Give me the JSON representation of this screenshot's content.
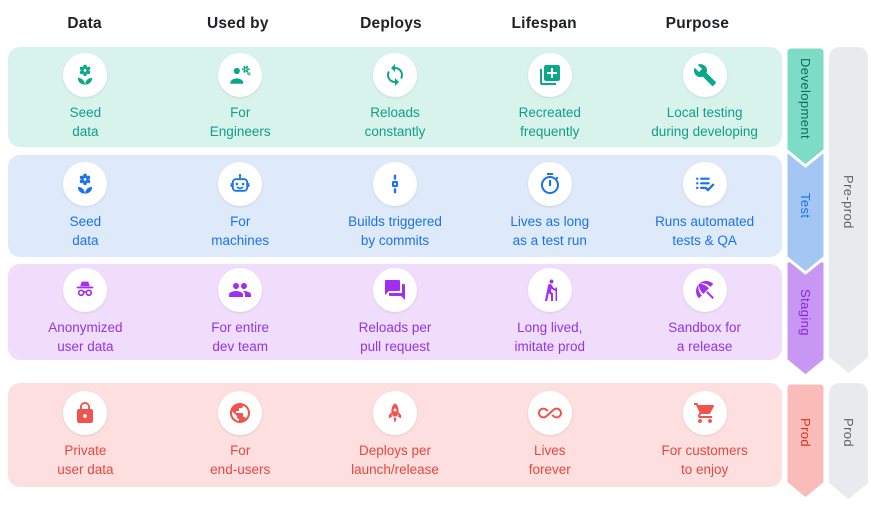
{
  "header": {
    "columns": [
      "Data",
      "Used by",
      "Deploys",
      "Lifespan",
      "Purpose"
    ]
  },
  "rows": [
    {
      "name": "Development",
      "colors": {
        "background": "#d8f3ec",
        "text": "#0f9e86",
        "ribbon": "#7cdcc5",
        "ribbon_text": "#0e6a5a"
      },
      "cells": [
        {
          "icon": "sprout-icon",
          "label": "Seed\ndata"
        },
        {
          "icon": "engineer-icon",
          "label": "For\nEngineers"
        },
        {
          "icon": "sync-icon",
          "label": "Reloads\nconstantly"
        },
        {
          "icon": "library-add-icon",
          "label": "Recreated\nfrequently"
        },
        {
          "icon": "wrench-icon",
          "label": "Local testing\nduring developing"
        }
      ]
    },
    {
      "name": "Test",
      "colors": {
        "background": "#dee9fa",
        "text": "#1a73e8",
        "ribbon": "#a4c6f3",
        "ribbon_text": "#1a73e8"
      },
      "cells": [
        {
          "icon": "sprout-icon",
          "label": "Seed\ndata"
        },
        {
          "icon": "robot-icon",
          "label": "For\nmachines"
        },
        {
          "icon": "commit-icon",
          "label": "Builds triggered\nby commits"
        },
        {
          "icon": "timer-icon",
          "label": "Lives as long\nas a test run"
        },
        {
          "icon": "checklist-icon",
          "label": "Runs automated\ntests & QA"
        }
      ]
    },
    {
      "name": "Staging",
      "colors": {
        "background": "#f0ddfc",
        "text": "#9334e6",
        "ribbon": "#c897f4",
        "ribbon_text": "#8d24e0"
      },
      "cells": [
        {
          "icon": "incognito-icon",
          "label": "Anonymized\nuser data"
        },
        {
          "icon": "team-icon",
          "label": "For entire\ndev team"
        },
        {
          "icon": "forum-icon",
          "label": "Reloads per\npull request"
        },
        {
          "icon": "hiking-icon",
          "label": "Long lived,\nimitate prod"
        },
        {
          "icon": "umbrella-icon",
          "label": "Sandbox for\na release"
        }
      ]
    },
    {
      "name": "Prod",
      "colors": {
        "background": "#fcdfde",
        "text": "#e8473f",
        "ribbon": "#f9bcb9",
        "ribbon_text": "#d93025"
      },
      "cells": [
        {
          "icon": "lock-icon",
          "label": "Private\nuser data"
        },
        {
          "icon": "globe-icon",
          "label": "For\nend-users"
        },
        {
          "icon": "rocket-icon",
          "label": "Deploys per\nlaunch/release"
        },
        {
          "icon": "infinity-icon",
          "label": "Lives\nforever"
        },
        {
          "icon": "cart-icon",
          "label": "For customers\nto enjoy"
        }
      ]
    }
  ],
  "phase_ribbons": [
    {
      "label": "Pre-prod",
      "color": "#e8eaed",
      "text_color": "#5f6368"
    },
    {
      "label": "Prod",
      "color": "#e8eaed",
      "text_color": "#5f6368"
    }
  ]
}
